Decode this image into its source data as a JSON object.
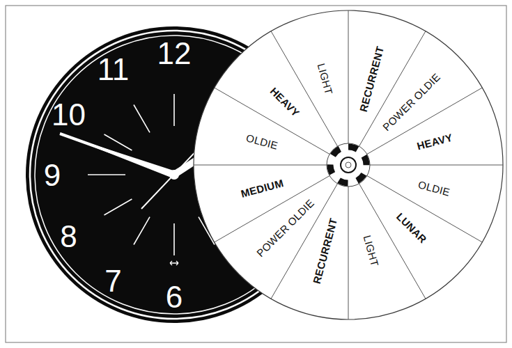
{
  "diagram": {
    "nodes": [
      {
        "text": [
          "RECURRENT"
        ]
      },
      {
        "text": [
          "POWER OLDIE"
        ]
      },
      {
        "text": [
          "HEAVY"
        ]
      },
      {
        "text": [
          "OLDIE"
        ]
      },
      {
        "text": [
          "LUNAR"
        ]
      },
      {
        "text": [
          "LIGHT"
        ]
      },
      {
        "text": [
          "RECURRENT"
        ]
      },
      {
        "text": [
          "POWER OLDIE"
        ]
      },
      {
        "text": [
          "MEDIUM"
        ]
      },
      {
        "text": [
          "OLDIE"
        ]
      },
      {
        "text": [
          "HEAVY"
        ]
      },
      {
        "text": [
          "LIGHT"
        ]
      }
    ],
    "labels": [
      "12",
      "11",
      "10",
      "9",
      "8",
      "7",
      "6"
    ]
  }
}
